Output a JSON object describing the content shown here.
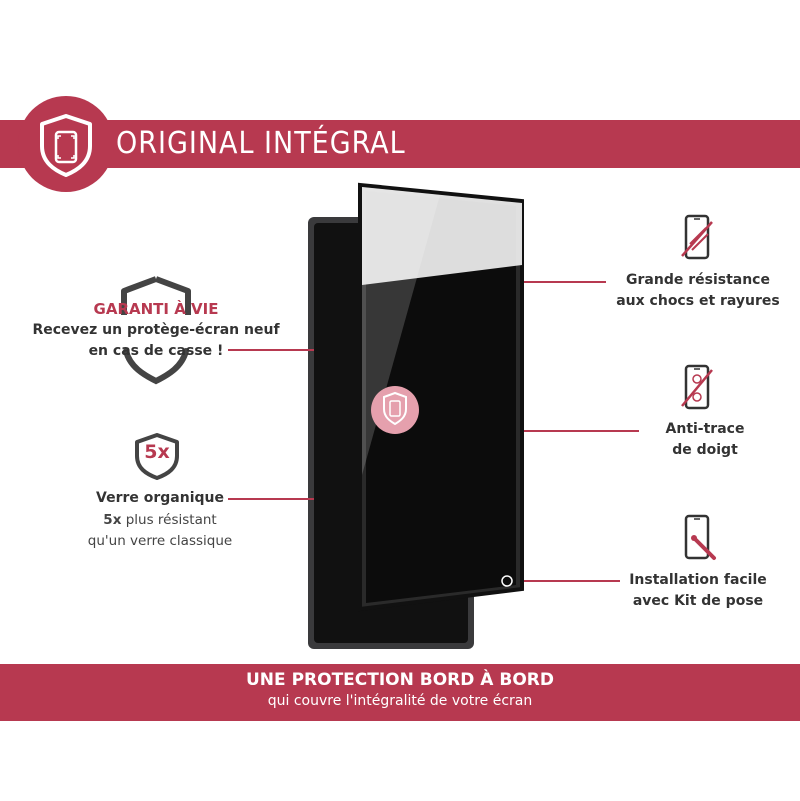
{
  "header": {
    "title": "ORIGINAL INTÉGRAL"
  },
  "left_features": {
    "guarantee": {
      "title": "GARANTI À VIE",
      "line1": "Recevez un protège-écran neuf",
      "line2": "en cas de casse !"
    },
    "strength": {
      "badge": "5x",
      "title": "Verre organique",
      "line2_bold": "5x",
      "line2_rest": " plus résistant",
      "line3": "qu'un verre classique"
    }
  },
  "right_features": [
    {
      "line1": "Grande résistance",
      "line2": "aux chocs et rayures",
      "icon": "scratch-resistant-phone-icon"
    },
    {
      "line1": "Anti-trace",
      "line2": "de doigt",
      "icon": "fingerprint-free-phone-icon"
    },
    {
      "line1": "Installation facile",
      "line2": "avec Kit de pose",
      "icon": "installation-tools-phone-icon"
    }
  ],
  "footer": {
    "title": "UNE PROTECTION BORD À BORD",
    "subtitle": "qui couvre l'intégralité de votre écran"
  },
  "colors": {
    "accent": "#b73950",
    "text": "#333333",
    "white": "#ffffff"
  }
}
